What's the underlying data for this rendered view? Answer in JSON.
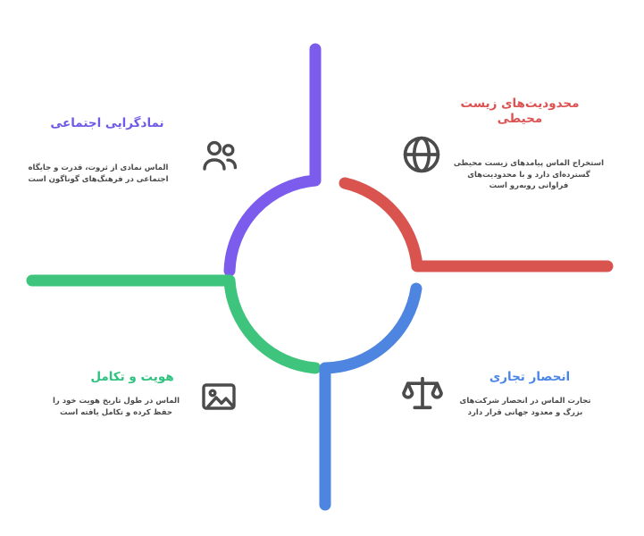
{
  "page": {
    "background": "#ffffff",
    "language": "fa",
    "direction": "rtl"
  },
  "diagram": {
    "type": "four-segment-cycle",
    "description_color": "#4a4a4a",
    "icon_color": "#4b4b4b",
    "segments": [
      {
        "name": "social-symbolism",
        "position": "top-left",
        "color": "#7b5cec",
        "title_color": "#6d5ae8",
        "title_lines": [
          "نمادگرایی اجتماعی"
        ],
        "description_lines": [
          "الماس نمادی از ثروت، قدرت و جایگاه",
          "اجتماعی در فرهنگ‌های گوناگون است"
        ],
        "icon": "people-icon"
      },
      {
        "name": "environmental-limitations",
        "position": "top-right",
        "color": "#d9534f",
        "title_color": "#dd5252",
        "title_lines": [
          "محدودیت‌های زیست",
          "محیطی"
        ],
        "description_lines": [
          "استخراج الماس پیامدهای زیست محیطی",
          "گسترده‌ای دارد و با محدودیت‌های",
          "فراوانی روبه‌رو است"
        ],
        "icon": "globe-icon"
      },
      {
        "name": "identity-evolution",
        "position": "bottom-left",
        "color": "#3ec47c",
        "title_color": "#2ec27e",
        "title_lines": [
          "هویت و تکامل"
        ],
        "description_lines": [
          "الماس در طول تاریخ هویت خود را",
          "حفظ کرده و تکامل یافته است"
        ],
        "icon": "picture-frame-icon"
      },
      {
        "name": "commercial-monopoly",
        "position": "bottom-right",
        "color": "#4d85e0",
        "title_color": "#4a86e8",
        "title_lines": [
          "انحصار تجاری"
        ],
        "description_lines": [
          "تجارت الماس در انحصار شرکت‌های",
          "بزرگ و معدود جهانی قرار دارد"
        ],
        "icon": "scales-icon"
      }
    ]
  }
}
